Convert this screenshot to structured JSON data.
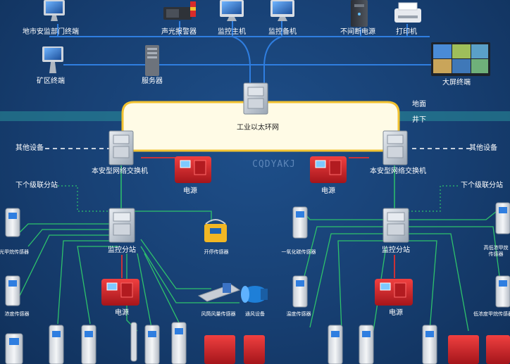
{
  "colors": {
    "background": "#173f72",
    "link_blue": "#2f7ee0",
    "link_green": "#2ec26b",
    "ring_fill": "#fffbe6",
    "ring_border": "#f2c230",
    "power_red": "#d8262a",
    "power_line": "#e03030"
  },
  "top": {
    "city_terminal": "地市安监部门终端",
    "alarm": "声光报警器",
    "monitor_host": "监控主机",
    "monitor_backup": "监控备机",
    "ups": "不间断电源",
    "printer": "打印机",
    "mine_terminal": "矿区终端",
    "server": "服务器",
    "big_screen": "大屏终端"
  },
  "network": {
    "ring_label": "工业以太环网",
    "surface": "地面",
    "underground": "井下",
    "watermark": "CQDYAKJ"
  },
  "left": {
    "other_device": "其他设备",
    "switch": "本安型网络交换机",
    "power": "电源",
    "next_substation": "下个级联分站",
    "substation": "监控分站",
    "sensor_methane": "光甲烷传感器",
    "sensor_concentration": "浓度传感器",
    "sensor_switch": "开停传感器",
    "sensor_airflow": "风筒风量传感器",
    "ventilation": "通风设备",
    "substation_power": "电源"
  },
  "right": {
    "other_device": "其他设备",
    "switch": "本安型网络交换机",
    "power": "电源",
    "next_substation": "下个级联分站",
    "substation": "监控分站",
    "sensor_co": "一氧化碳传感器",
    "sensor_temp": "温度传感器",
    "sensor_high_methane": "高低浓甲烷传感器",
    "sensor_low_methane": "低浓度甲烷传感器",
    "substation_power": "电源"
  }
}
